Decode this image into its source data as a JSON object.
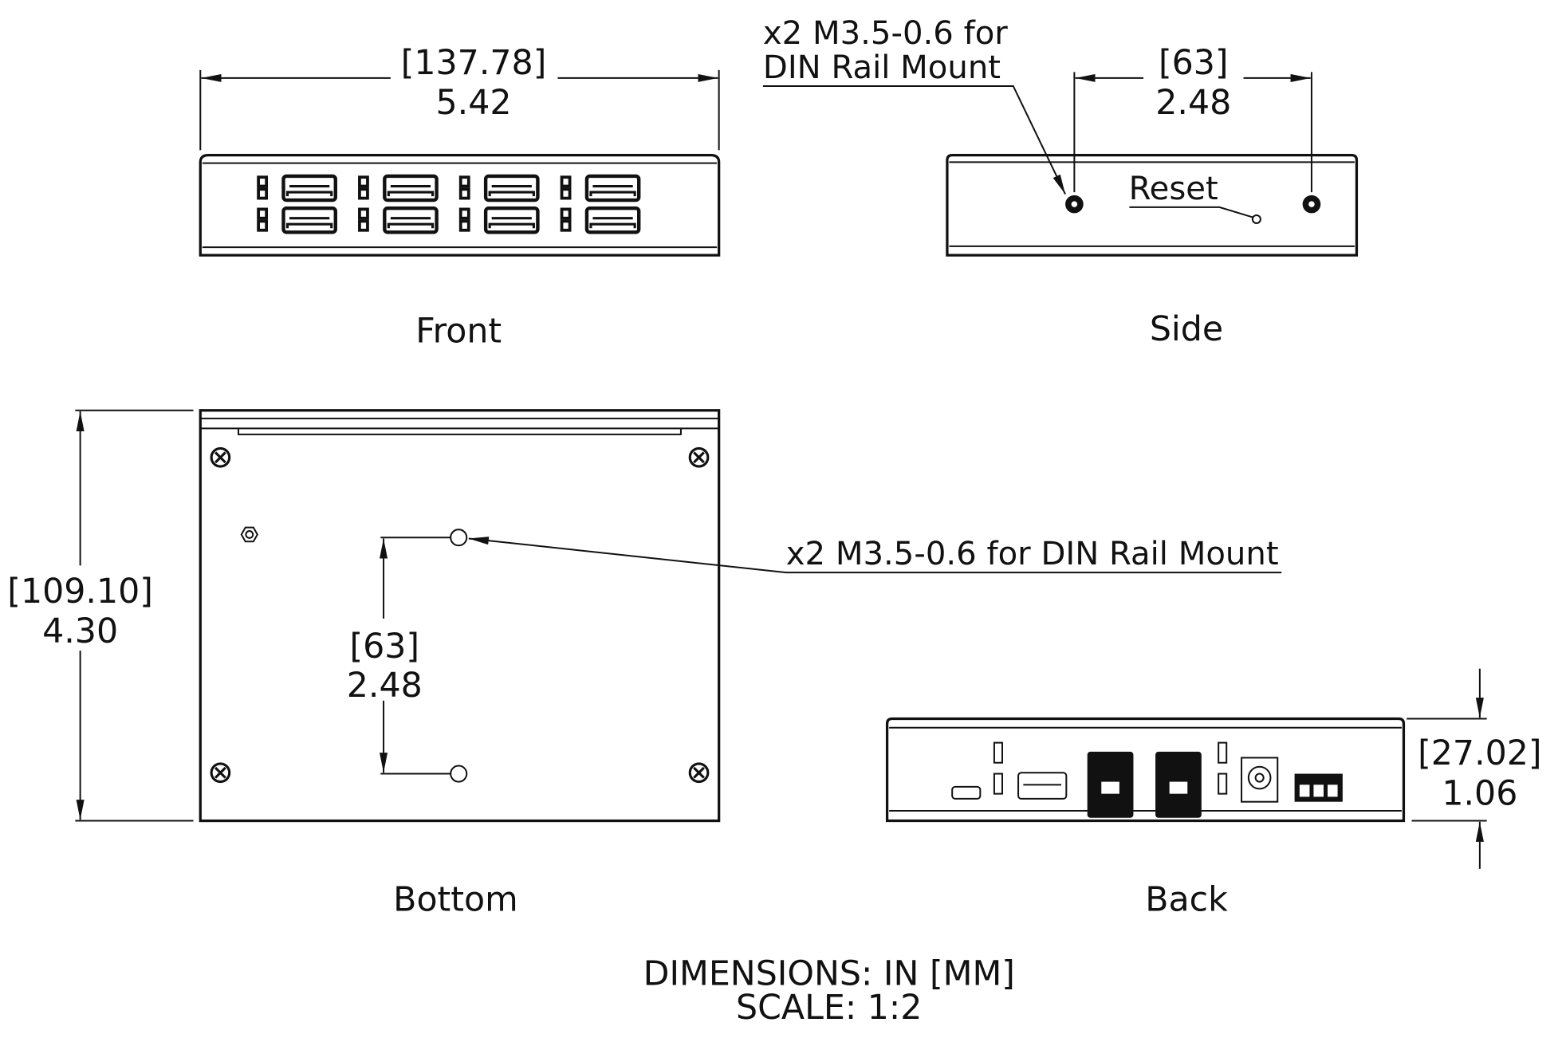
{
  "views": {
    "front": {
      "label": "Front",
      "width_mm": "[137.78]",
      "width_in": "5.42"
    },
    "side": {
      "label": "Side",
      "reset_label": "Reset",
      "hole_spacing_mm": "[63]",
      "hole_spacing_in": "2.48",
      "callout_line1": "x2 M3.5-0.6 for",
      "callout_line2": "DIN Rail Mount"
    },
    "bottom": {
      "label": "Bottom",
      "depth_mm": "[109.10]",
      "depth_in": "4.30",
      "hole_spacing_mm": "[63]",
      "hole_spacing_in": "2.48",
      "callout": "x2 M3.5-0.6 for DIN Rail Mount"
    },
    "back": {
      "label": "Back",
      "height_mm": "[27.02]",
      "height_in": "1.06"
    }
  },
  "footer": {
    "units": "DIMENSIONS: IN [MM]",
    "scale": "SCALE: 1:2"
  },
  "colors": {
    "line": "#111111",
    "background": "#ffffff"
  }
}
